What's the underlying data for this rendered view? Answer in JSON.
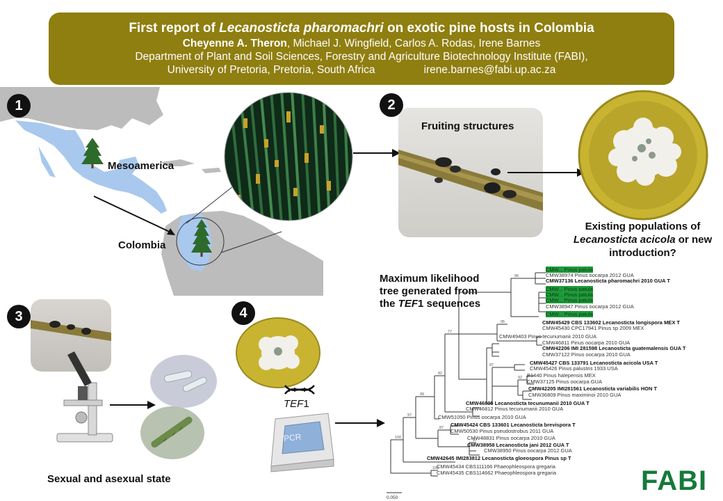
{
  "header": {
    "title_pre": "First report of ",
    "title_italic": "Lecanosticta pharomachri",
    "title_post": " on exotic pine hosts in Colombia",
    "author_first": "Cheyenne A. Theron",
    "authors_rest": ", Michael J. Wingfield, Carlos A. Rodas, Irene Barnes",
    "affiliation_line1": "Department of Plant and Soil Sciences, Forestry and Agriculture Biotechnology Institute (FABI),",
    "affiliation_line2": "University of Pretoria, Pretoria, South Africa",
    "email": "irene.barnes@fabi.up.ac.za"
  },
  "steps": {
    "one": "1",
    "two": "2",
    "three": "3",
    "four": "4"
  },
  "map": {
    "label_mesoamerica": "Mesoamerica",
    "label_colombia": "Colombia"
  },
  "fruiting": {
    "label": "Fruiting structures"
  },
  "question": {
    "line1": "Existing populations of",
    "line2_italic": "Lecanosticta acicola",
    "line2_rest": " or new",
    "line3": "introduction?"
  },
  "tree_caption": {
    "line1": "Maximum likelihood",
    "line2": "tree generated from",
    "line3_pre": "the ",
    "line3_italic": "TEF",
    "line3_post": "1 sequences"
  },
  "sexual_label": "Sexual and asexual state",
  "tef_label_italic": "TEF",
  "tef_label_num": "1",
  "pcr_label": "PCR",
  "fabi_logo": "FABI",
  "scale_bar": "0.050",
  "tree": {
    "taxa": [
      {
        "text": "CMW...  Pinus patula",
        "style": "hl"
      },
      {
        "text": "CMW38974  Pinus oocarpa  2012  GUA",
        "style": ""
      },
      {
        "text": "CMW37136  Lecanosticta pharomachri  2010  GUA T",
        "style": "b"
      },
      {
        "text": "CMW...  Pinus patula",
        "style": "hl"
      },
      {
        "text": "CMW...  Pinus patula",
        "style": "hl"
      },
      {
        "text": "CMW...  Pinus patula",
        "style": "hl"
      },
      {
        "text": "CMW38947  Pinus oocarpa  2012  GUA",
        "style": ""
      },
      {
        "text": "CMW...  Pinus patula",
        "style": "hl"
      },
      {
        "text": "CMW45429  CBS 133602  Lecanosticta longispora  MEX T",
        "style": "b"
      },
      {
        "text": "CMW45430  CPC17941  Pinus sp  2009  MEX",
        "style": ""
      },
      {
        "text": "CMW49403  Pinus tecunumanii  2010  GUA",
        "style": ""
      },
      {
        "text": "CMW46811  Pinus oocarpa  2010  GUA",
        "style": ""
      },
      {
        "text": "CMW42206  IMI 281598  Lecanosticta guatemalensis  GUA T",
        "style": "b"
      },
      {
        "text": "CMW37122  Pinus oocarpa  2010  GUA",
        "style": ""
      },
      {
        "text": "CMW45427  CBS 133791  Lecanosticta acicola  USA T",
        "style": "b"
      },
      {
        "text": "CMW45426  Pinus palustris  1933  USA",
        "style": ""
      },
      {
        "text": "B1440  Pinus halepensis  MEX",
        "style": ""
      },
      {
        "text": "CMW37125  Pinus oocarpa  GUA",
        "style": ""
      },
      {
        "text": "CMW42205  IMI281561  Lecanosticta variabilis  HON T",
        "style": "b"
      },
      {
        "text": "CMW36809  Pinus maximinoi  2010  GUA",
        "style": ""
      },
      {
        "text": "CMW46805  Lecanosticta tecunumanii  2010  GUA T",
        "style": "b"
      },
      {
        "text": "CMW46812  Pinus tecunumanii  2010  GUA",
        "style": ""
      },
      {
        "text": "CMW51050  Pinus oocarpa  2010  GUA",
        "style": ""
      },
      {
        "text": "CMW45424  CBS 133601  Lecanosticta brevispora  T",
        "style": "b"
      },
      {
        "text": "CMW50530  Pinus pseudostrobus  2011  GUA",
        "style": ""
      },
      {
        "text": "CMW48831  Pinus oocarpa  2010  GUA",
        "style": ""
      },
      {
        "text": "CMW38958  Lecanosticta jani  2012  GUA T",
        "style": "b"
      },
      {
        "text": "CMW38950  Pinus oocarpa  2012  GUA",
        "style": ""
      },
      {
        "text": "CMW42645  IMI283812  Lecanosticta gloeospora  Pinus sp T",
        "style": "b"
      },
      {
        "text": "CMW45434  CBS111166  Phaeophleospora  gregaria",
        "style": ""
      },
      {
        "text": "CMW45435  CBS114662  Phaeophleospora  gregaria",
        "style": ""
      }
    ]
  },
  "colors": {
    "header_bg": "#8f7e10",
    "map_blue": "#a9c8ee",
    "map_grey": "#bcbcbc",
    "highlight": "#1f9a3a",
    "fabi_green": "#157a3a"
  }
}
